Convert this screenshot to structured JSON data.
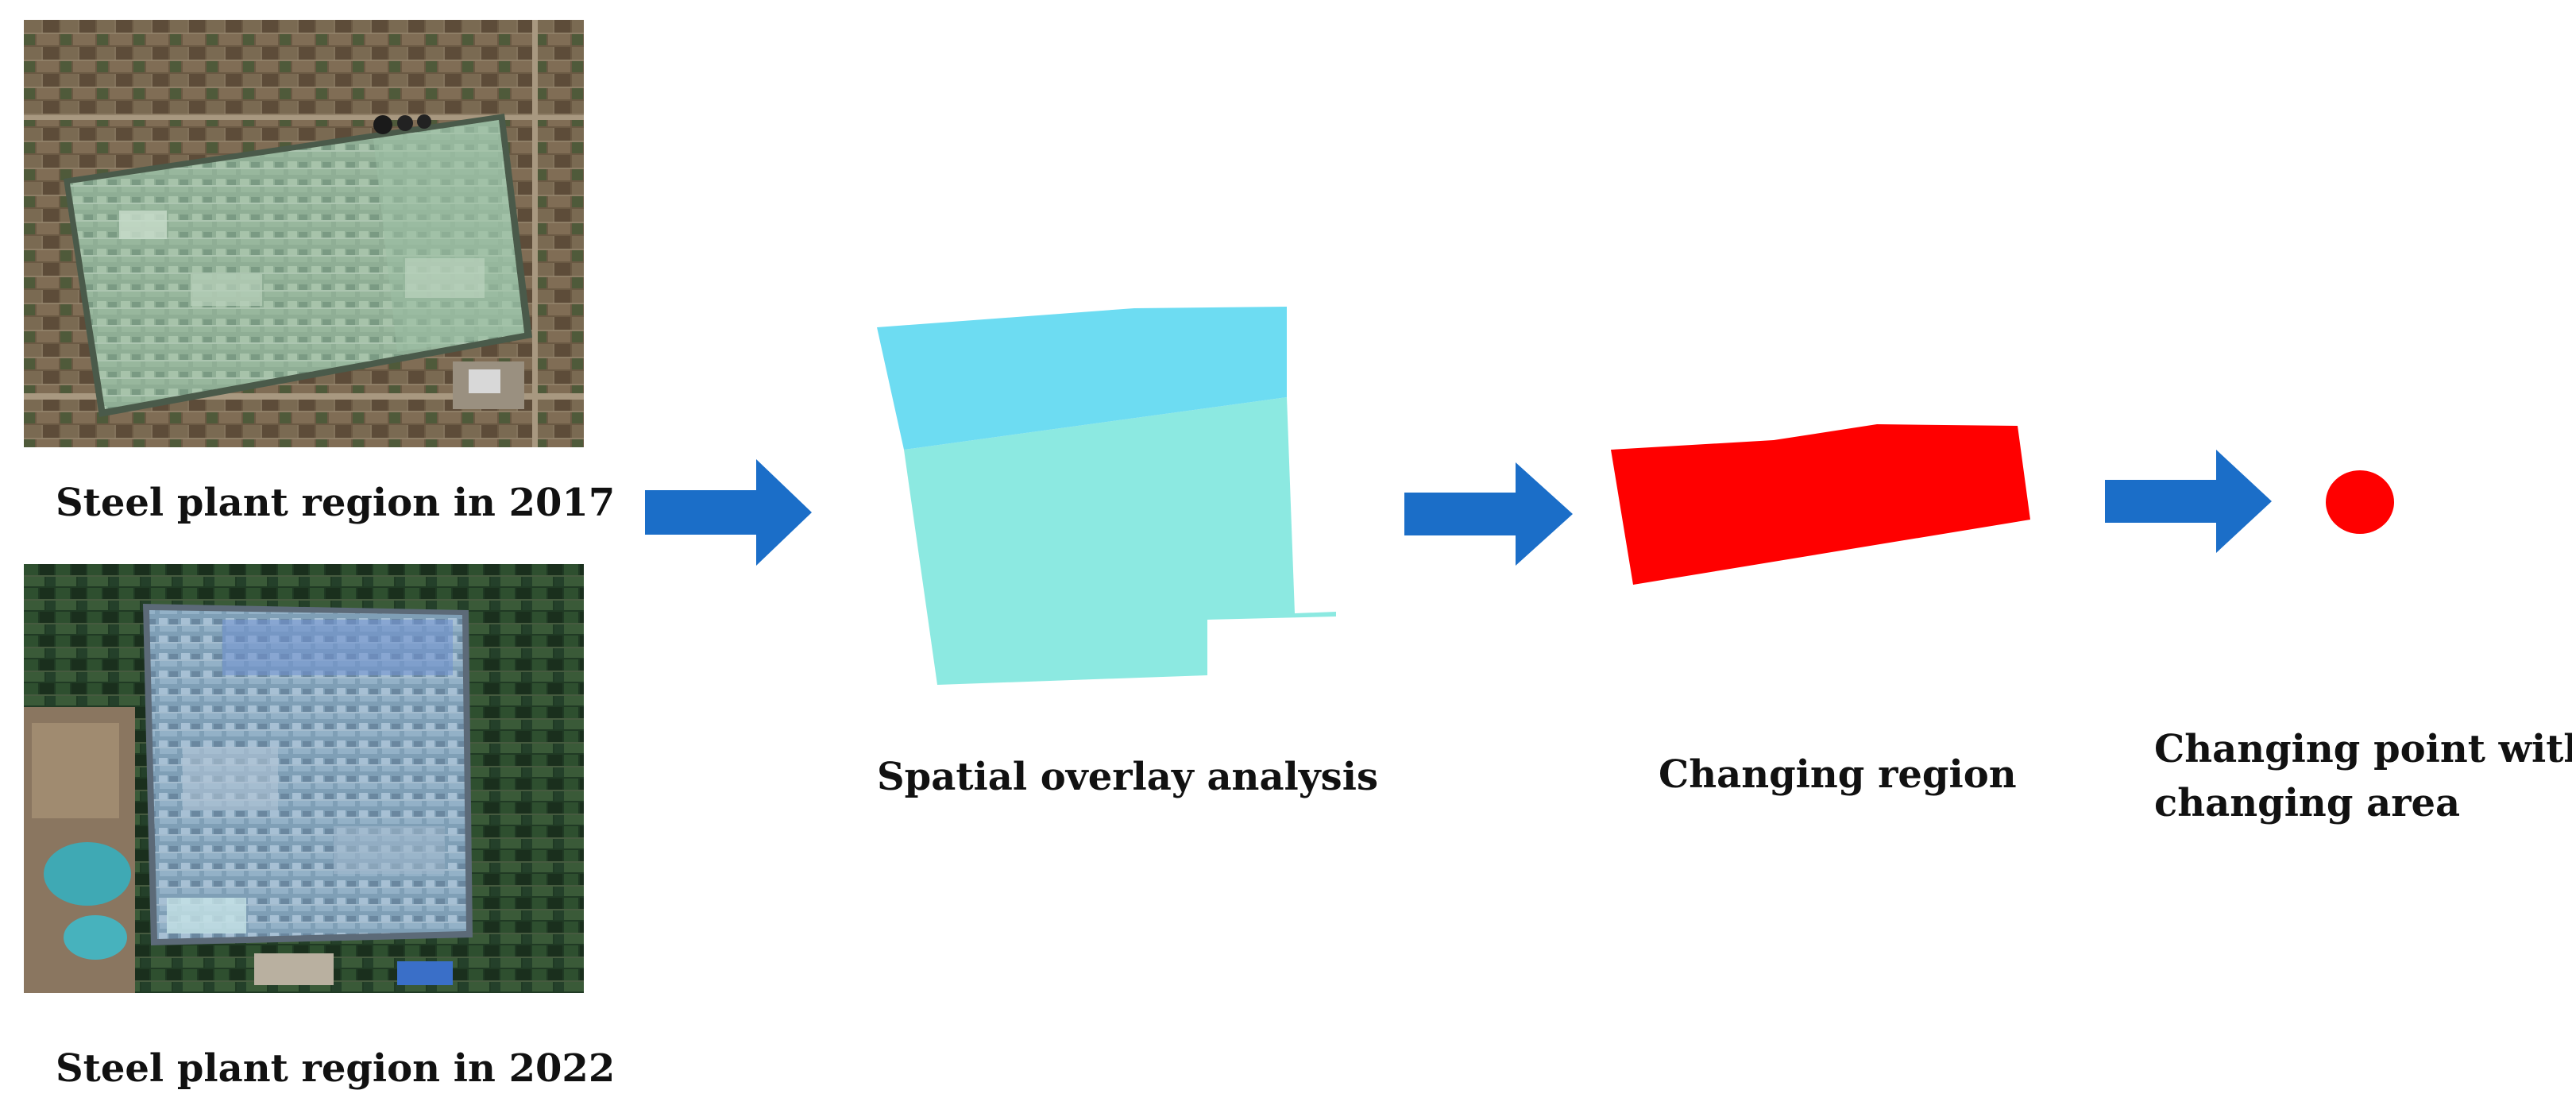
{
  "panels": {
    "img_2017": {
      "caption": "Steel plant region in 2017"
    },
    "img_2022": {
      "caption": "Steel plant region in 2022"
    },
    "overlay": {
      "caption": "Spatial overlay analysis",
      "color_top": "#6ddcf2",
      "color_bottom": "#8ce9e1"
    },
    "changing_region": {
      "caption": "Changing region",
      "color": "#ff0000"
    },
    "changing_point": {
      "caption_line1": "Changing point with",
      "caption_line2": "changing area",
      "color": "#ff0000"
    }
  },
  "arrow_color": "#1b6ec8",
  "icons": [
    "arrow-right-icon",
    "arrow-right-icon",
    "arrow-right-icon"
  ]
}
